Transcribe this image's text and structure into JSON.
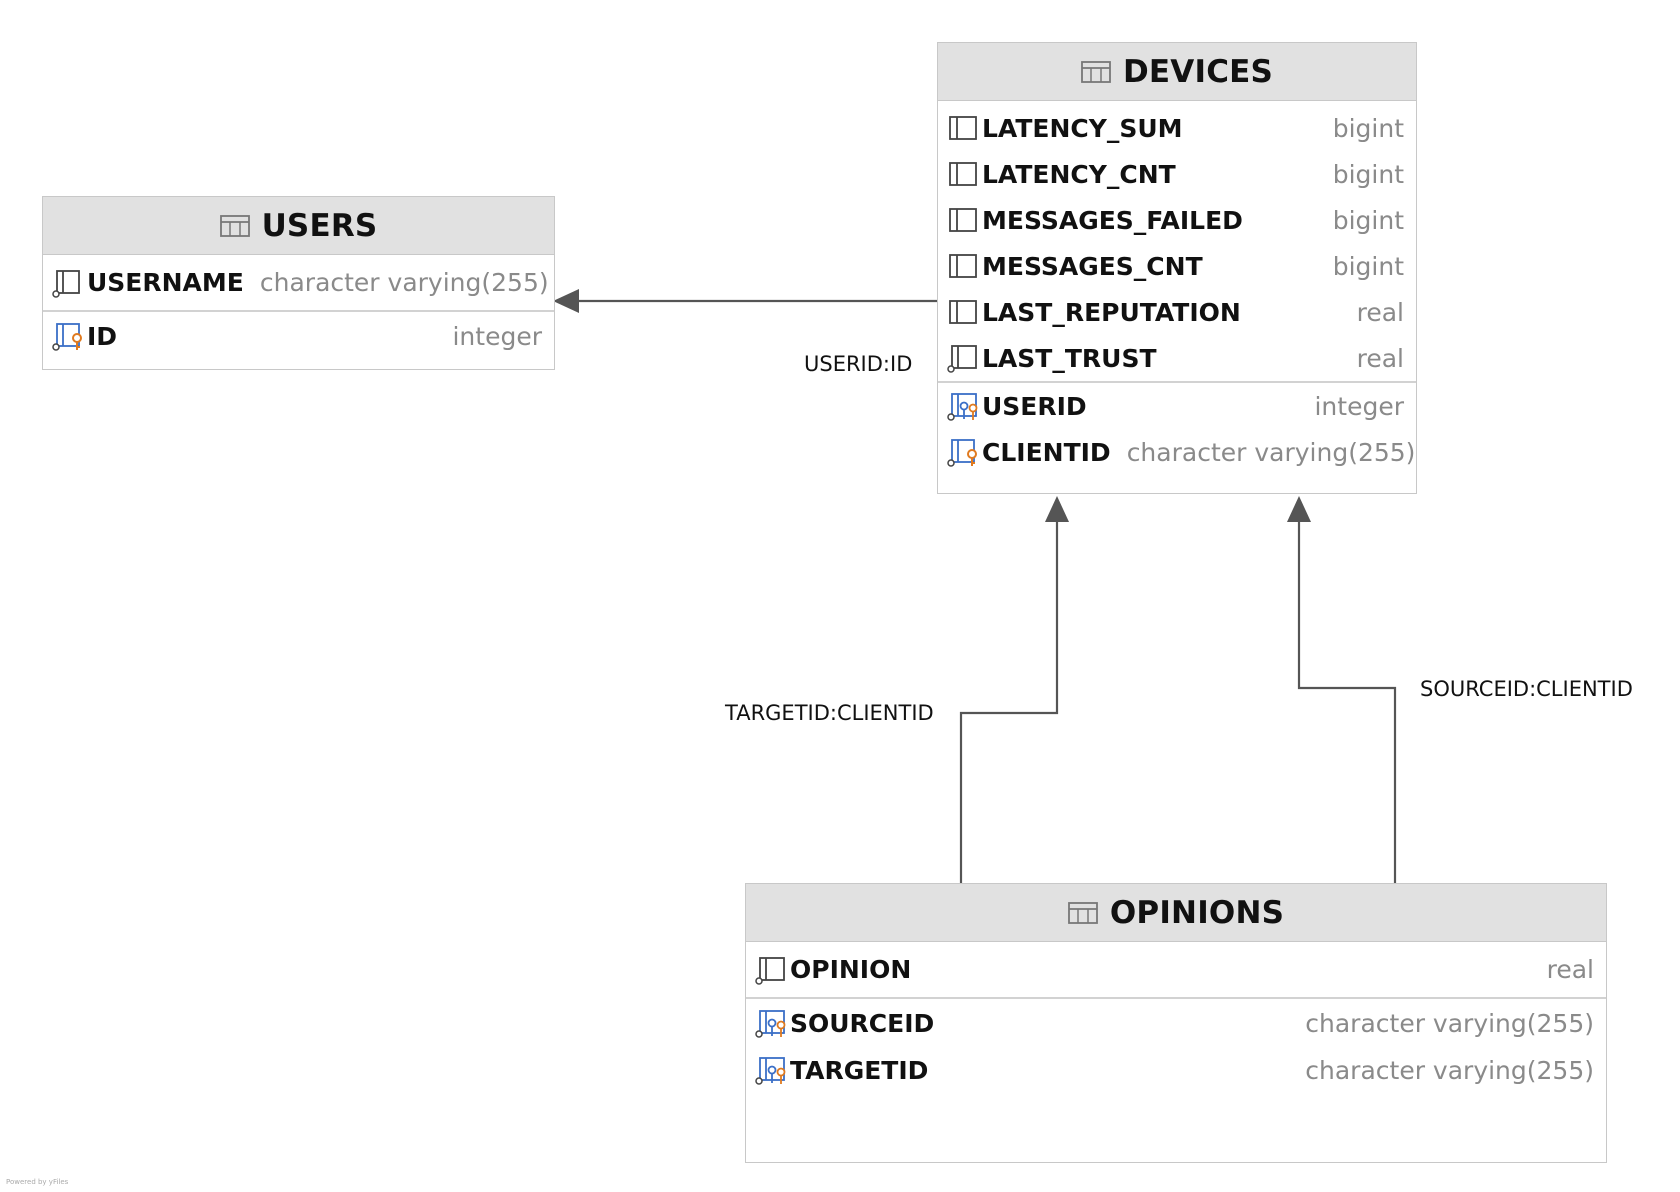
{
  "tables": {
    "users": {
      "name": "USERS",
      "columns": [
        {
          "name": "USERNAME",
          "type": "character varying(255)",
          "icon": "column-icon"
        },
        {
          "name": "ID",
          "type": "integer",
          "icon": "primary-key-column-icon"
        }
      ]
    },
    "devices": {
      "name": "DEVICES",
      "columns": [
        {
          "name": "LATENCY_SUM",
          "type": "bigint",
          "icon": "column-icon"
        },
        {
          "name": "LATENCY_CNT",
          "type": "bigint",
          "icon": "column-icon"
        },
        {
          "name": "MESSAGES_FAILED",
          "type": "bigint",
          "icon": "column-icon"
        },
        {
          "name": "MESSAGES_CNT",
          "type": "bigint",
          "icon": "column-icon"
        },
        {
          "name": "LAST_REPUTATION",
          "type": "real",
          "icon": "column-icon"
        },
        {
          "name": "LAST_TRUST",
          "type": "real",
          "icon": "column-icon"
        },
        {
          "name": "USERID",
          "type": "integer",
          "icon": "foreign-key-column-icon"
        },
        {
          "name": "CLIENTID",
          "type": "character varying(255)",
          "icon": "primary-key-column-icon"
        }
      ]
    },
    "opinions": {
      "name": "OPINIONS",
      "columns": [
        {
          "name": "OPINION",
          "type": "real",
          "icon": "column-icon"
        },
        {
          "name": "SOURCEID",
          "type": "character varying(255)",
          "icon": "foreign-key-column-icon"
        },
        {
          "name": "TARGETID",
          "type": "character varying(255)",
          "icon": "foreign-key-column-icon"
        }
      ]
    }
  },
  "relations": {
    "devices_users": "USERID:ID",
    "opinions_target": "TARGETID:CLIENTID",
    "opinions_source": "SOURCEID:CLIENTID"
  },
  "footer": {
    "powered_by": "Powered by yFiles"
  },
  "colors": {
    "header_bg": "#e1e1e1",
    "key_blue": "#3b6fc7",
    "key_orange": "#e07a1f",
    "type_gray": "#8a8a8a",
    "edge": "#555555"
  }
}
